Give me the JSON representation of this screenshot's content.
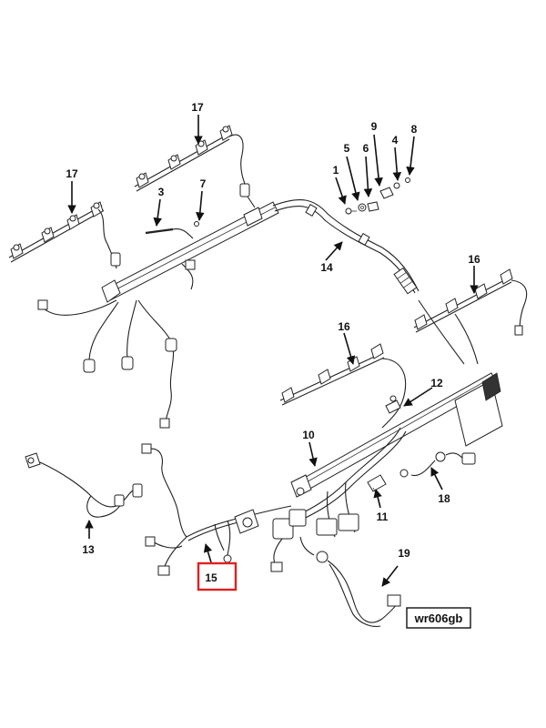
{
  "callouts": {
    "c1": "1",
    "c3": "3",
    "c4": "4",
    "c5": "5",
    "c6": "6",
    "c7": "7",
    "c8": "8",
    "c9": "9",
    "c10": "10",
    "c11": "11",
    "c12": "12",
    "c13": "13",
    "c14": "14",
    "c15": "15",
    "c16a": "16",
    "c16b": "16",
    "c17a": "17",
    "c17b": "17",
    "c18": "18",
    "c19": "19"
  },
  "drawing_id": "wr606gb",
  "colors": {
    "highlight": "#e02020",
    "line": "#222222"
  }
}
